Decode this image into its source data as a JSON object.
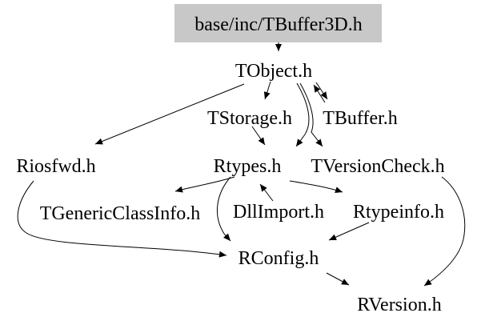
{
  "diagram": {
    "kind": "include-dependency-graph",
    "title_node": {
      "label": "base/inc/TBuffer3D.h",
      "bg": "#c8c8c8"
    },
    "nodes": [
      {
        "id": "tbuffer3d",
        "label": "base/inc/TBuffer3D.h"
      },
      {
        "id": "tobject",
        "label": "TObject.h"
      },
      {
        "id": "tstorage",
        "label": "TStorage.h"
      },
      {
        "id": "tbuffer",
        "label": "TBuffer.h"
      },
      {
        "id": "riosfwd",
        "label": "Riosfwd.h"
      },
      {
        "id": "rtypes",
        "label": "Rtypes.h"
      },
      {
        "id": "tversioncheck",
        "label": "TVersionCheck.h"
      },
      {
        "id": "tgenericclassinfo",
        "label": "TGenericClassInfo.h"
      },
      {
        "id": "dllimport",
        "label": "DllImport.h"
      },
      {
        "id": "rtypeinfo",
        "label": "Rtypeinfo.h"
      },
      {
        "id": "rconfig",
        "label": "RConfig.h"
      },
      {
        "id": "rversion",
        "label": "RVersion.h"
      }
    ],
    "edges": [
      {
        "from": "base/inc/TBuffer3D.h",
        "to": "TObject.h"
      },
      {
        "from": "TObject.h",
        "to": "Riosfwd.h"
      },
      {
        "from": "TObject.h",
        "to": "TStorage.h"
      },
      {
        "from": "TObject.h",
        "to": "TBuffer.h"
      },
      {
        "from": "TBuffer.h",
        "to": "TObject.h"
      },
      {
        "from": "TObject.h",
        "to": "Rtypes.h"
      },
      {
        "from": "TObject.h",
        "to": "TVersionCheck.h"
      },
      {
        "from": "TStorage.h",
        "to": "Rtypes.h"
      },
      {
        "from": "Rtypes.h",
        "to": "TGenericClassInfo.h"
      },
      {
        "from": "Rtypes.h",
        "to": "RConfig.h"
      },
      {
        "from": "Rtypes.h",
        "to": "Rtypeinfo.h"
      },
      {
        "from": "DllImport.h",
        "to": "Rtypes.h"
      },
      {
        "from": "Rtypeinfo.h",
        "to": "RConfig.h"
      },
      {
        "from": "TVersionCheck.h",
        "to": "RVersion.h"
      },
      {
        "from": "Riosfwd.h",
        "to": "RConfig.h"
      },
      {
        "from": "RConfig.h",
        "to": "RVersion.h"
      }
    ]
  },
  "colors": {
    "background": "#ffffff",
    "text": "#000000",
    "edge": "#000000",
    "title_bg": "#c8c8c8"
  }
}
